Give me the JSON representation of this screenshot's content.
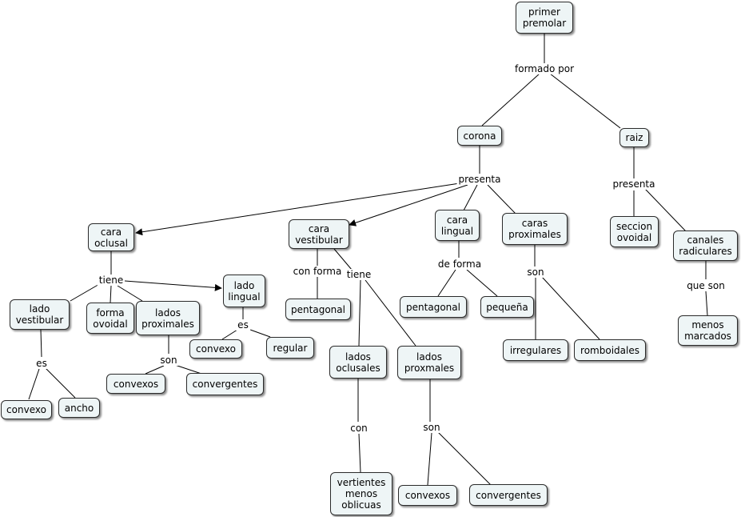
{
  "nodes": {
    "primer_premolar": "primer\npremolar",
    "corona": "corona",
    "raiz": "raiz",
    "cara_oclusal": "cara\noclusal",
    "cara_vestibular": "cara\nvestibular",
    "cara_lingual": "cara\nlingual",
    "caras_proximales": "caras\nproximales",
    "seccion_ovoidal": "seccion\novoidal",
    "canales_radiculares": "canales\nradiculares",
    "lado_vestibular": "lado\nvestibular",
    "forma_ovoidal": "forma\novoidal",
    "lados_proximales": "lados\nproximales",
    "lado_lingual": "lado\nlingual",
    "convexo_1": "convexo",
    "ancho": "ancho",
    "convexos_1": "convexos",
    "convergentes_1": "convergentes",
    "convexo_2": "convexo",
    "regular": "regular",
    "pentagonal_1": "pentagonal",
    "lados_oclusales": "lados\noclusales",
    "lados_proxmales": "lados\nproxmales",
    "vertientes": "vertientes\nmenos\noblicuas",
    "convexos_2": "convexos",
    "convergentes_2": "convergentes",
    "pentagonal_2": "pentagonal",
    "pequena": "pequeña",
    "irregulares": "irregulares",
    "romboidales": "romboidales",
    "menos_marcados": "menos\nmarcados"
  },
  "links": {
    "formado_por": "formado por",
    "presenta_1": "presenta",
    "presenta_2": "presenta",
    "tiene_1": "tiene",
    "con_forma": "con forma",
    "tiene_2": "tiene",
    "de_forma": "de forma",
    "son_1": "son",
    "que_son": "que son",
    "es_1": "es",
    "son_2": "son",
    "es_2": "es",
    "con": "con",
    "son_3": "son"
  },
  "colors": {
    "node_fill": "#eef5f6",
    "node_border": "#2b2b2b",
    "line": "#000000"
  }
}
